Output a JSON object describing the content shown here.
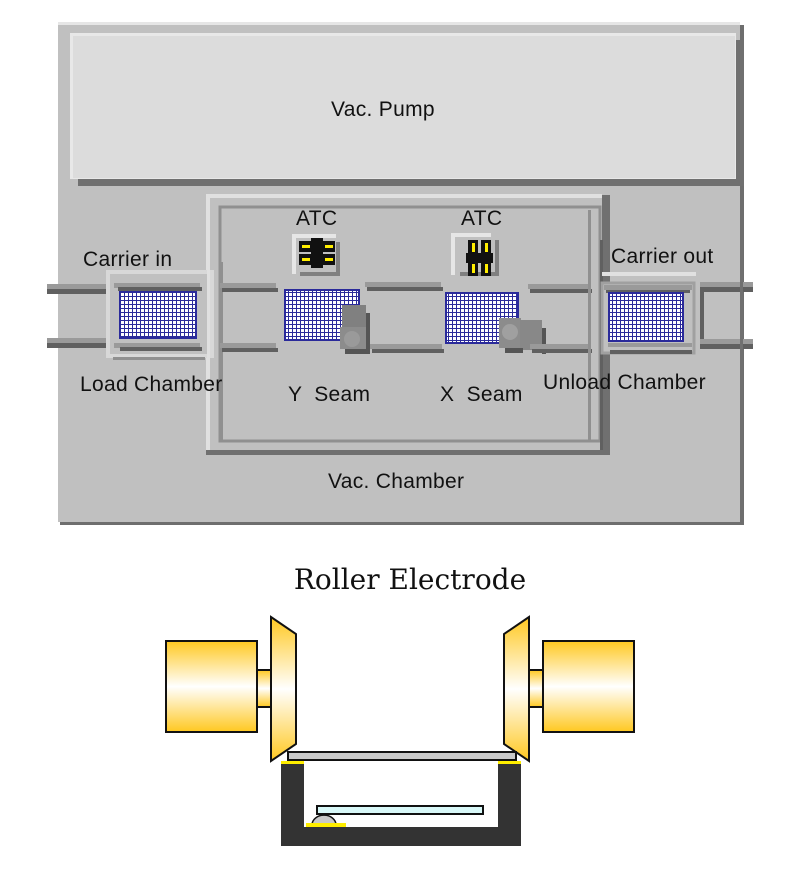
{
  "main_panel": {
    "vac_pump_label": "Vac. Pump",
    "vac_chamber_label": "Vac. Chamber",
    "carrier_in_label": "Carrier in",
    "carrier_out_label": "Carrier out",
    "load_chamber_label": "Load Chamber",
    "unload_chamber_label": "Unload Chamber",
    "y_seam_label": "Y  Seam",
    "x_seam_label": "X  Seam",
    "atc_y_label": "ATC",
    "atc_x_label": "ATC"
  },
  "roller_electrode": {
    "title": "Roller Electrode"
  },
  "colors": {
    "panel_gray": "#c0c0c0",
    "pump_gray": "#dcdcdc",
    "carrier_blue": "#2a2a9a",
    "atc_yellow": "#ffee00",
    "roller_gold": "#ffc820",
    "base_dark": "#333333",
    "glass_cyan": "#d8f8f8"
  }
}
